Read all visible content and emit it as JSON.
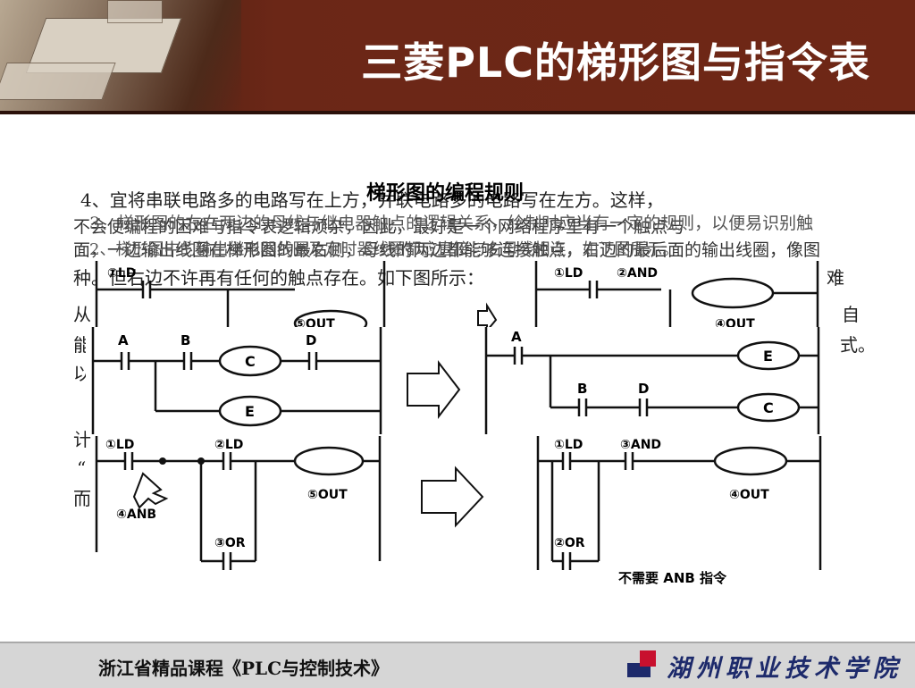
{
  "header": {
    "title": "三菱PLC的梯形图与指令表"
  },
  "content": {
    "rules_title": "梯形图的编程规则",
    "line_a": "4、宜将串联电路多的电路写在上方，并联电路多的电路写在左方。这样，",
    "line_b": "不会使编程的困难与指令表逻辑烦杂，因此，最好是一个网络程序里有一个触点与",
    "line_c": "3、梯形图的左右两边的母线与继电器触点的逻辑关系，绘制时应当有一定的规则，以便易识别触",
    "line_d": "面，一边输出线圈在梯形图的最右侧，母线的两边都能够连接触点，右边的最后面的输出线圈，像图",
    "line_e": "2、梯形图中的输出继电器线圈及定时器线圈都应直接与右母线相连，如下图所示。",
    "line_f": "种。但右边不许再有任何的触点存在。如下图所示：",
    "right_frag_1": "难",
    "right_frag_2": "自",
    "right_frag_3": "式。",
    "left_frag_1": "从",
    "left_frag_2": "能",
    "left_frag_3": "以",
    "left_frag_4": "计",
    "left_frag_5": "“",
    "left_frag_6": "而"
  },
  "diagrams": {
    "top": {
      "step1": "①LD",
      "step2": "②AND",
      "out_left": "⑤OUT",
      "out_right": "④OUT"
    },
    "middle": {
      "contact_a": "A",
      "contact_b": "B",
      "coil_c": "C",
      "contact_d": "D",
      "coil_e": "E",
      "r_contact_a": "A",
      "r_coil_e": "E",
      "r_contact_b": "B",
      "r_contact_d": "D",
      "r_coil_c": "C"
    },
    "bottom": {
      "step1": "①LD",
      "step2": "②LD",
      "step3": "③OR",
      "step4": "④ANB",
      "out_left": "⑤OUT",
      "r_step1": "①LD",
      "r_step3": "③AND",
      "r_step2": "②OR",
      "r_out": "④OUT",
      "note": "不需要 ANB 指令"
    }
  },
  "footer": {
    "course": "浙江省精品课程《PLC与控制技术》",
    "school": "湖州职业技术学院"
  }
}
